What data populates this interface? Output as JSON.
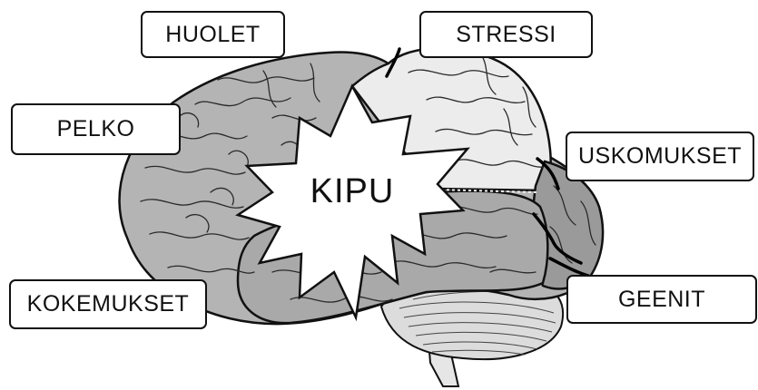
{
  "labels": {
    "huolet": "HUOLET",
    "stressi": "STRESSI",
    "pelko": "PELKO",
    "uskomukset": "USKOMUKSET",
    "kokemukset": "KOKEMUKSET",
    "geenit": "GEENIT",
    "center": "KIPU"
  },
  "colors": {
    "frontal_lobe": "#b4b4b4",
    "parietal_lobe": "#ececec",
    "temporal_lobe": "#a9a9a9",
    "occipital_lobe": "#9a9a9a",
    "cerebellum": "#dcdcdc",
    "outline": "#111111",
    "burst_fill": "#ffffff"
  }
}
